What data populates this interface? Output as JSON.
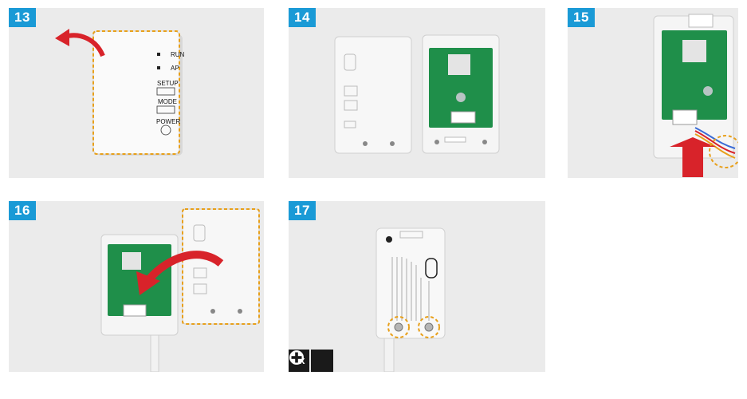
{
  "steps": [
    {
      "number": "13",
      "labels": {
        "run": "RUN",
        "ap": "AP",
        "setup": "SETUP",
        "mode": "MODE",
        "power": "POWER"
      }
    },
    {
      "number": "14"
    },
    {
      "number": "15"
    },
    {
      "number": "16"
    },
    {
      "number": "17",
      "screw_count": "2x"
    }
  ],
  "colors": {
    "step_badge": "#1a9ad6",
    "panel_bg": "#ebebeb",
    "highlight_dash": "#e8a01b",
    "arrow_red": "#d8232a",
    "pcb_green": "#1f8f4a"
  }
}
